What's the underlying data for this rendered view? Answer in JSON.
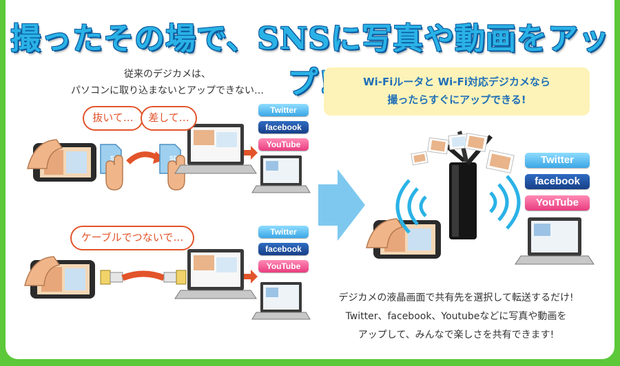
{
  "title": "撮ったその場で、SNSに写真や動画をアップ!",
  "left_caption": [
    "従来のデジカメは、",
    "パソコンに取り込まないとアップできない…"
  ],
  "bubbles": {
    "pull_out": "抜いて…",
    "insert": "差して…",
    "cable": "ケーブルでつないで…"
  },
  "sd_label": "SD",
  "callout": [
    "Wi-Fiルータと Wi-Fi対応デジカメなら",
    "撮ったらすぐにアップできる!"
  ],
  "sns": {
    "twitter": "Twitter",
    "facebook": "facebook",
    "youtube": "YouTube"
  },
  "bottom_text": [
    "デジカメの液晶画面で共有先を選択して転送するだけ!",
    "Twitter、facebook、Youtubeなどに写真や動画を",
    "アップして、みんなで楽しさを共有できます!"
  ],
  "colors": {
    "accent": "#2ab2e6",
    "bubble": "#e2542a",
    "arrow": "#e2542a",
    "callout_bg": "#fdf3b8",
    "callout_text": "#1f6fb8",
    "frame": "#5cc83a"
  }
}
